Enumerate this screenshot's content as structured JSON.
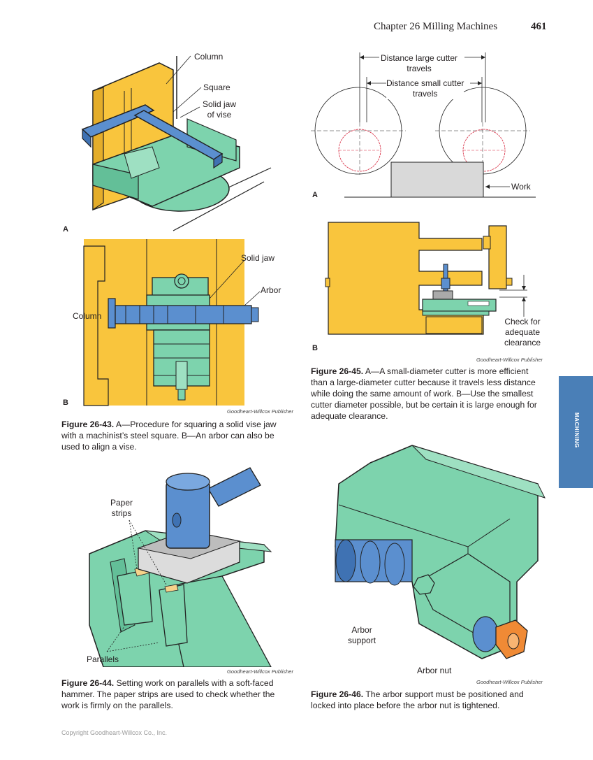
{
  "header": {
    "chapter": "Chapter 26   Milling Machines",
    "page_number": "461"
  },
  "side_tab": {
    "label": "MACHINING",
    "color": "#4a7fb7"
  },
  "fig43": {
    "labels": {
      "column_top": "Column",
      "square": "Square",
      "solid_jaw_vise": "Solid jaw\nof vise",
      "solid_jaw": "Solid jaw",
      "arbor": "Arbor",
      "column_b": "Column"
    },
    "letter_a": "A",
    "letter_b": "B",
    "credit": "Goodheart-Willcox Publisher",
    "caption_bold": "Figure 26-43.",
    "caption_text": " A—Procedure for squaring a solid vise jaw with a machinist’s steel square. B—An arbor can also be used to align a vise."
  },
  "fig44": {
    "labels": {
      "paper_strips": "Paper\nstrips",
      "parallels": "Parallels"
    },
    "credit": "Goodheart-Willcox Publisher",
    "caption_bold": "Figure 26-44.",
    "caption_text": " Setting work on parallels with a soft-faced hammer. The paper strips are used to check whether the work is firmly on the parallels."
  },
  "fig45": {
    "labels": {
      "distance_large": "Distance large cutter\ntravels",
      "distance_small": "Distance small cutter\ntravels",
      "work": "Work",
      "check": "Check for\nadequate\nclearance"
    },
    "letter_a": "A",
    "letter_b": "B",
    "credit": "Goodheart-Willcox Publisher",
    "caption_bold": "Figure 26-45.",
    "caption_text": " A—A small-diameter cutter is more efficient than a large-diameter cutter because it travels less distance while doing the same amount of work. B—Use the smallest cutter diameter possible, but be certain it is large enough for adequate clearance."
  },
  "fig46": {
    "labels": {
      "arbor_support": "Arbor\nsupport",
      "arbor_nut": "Arbor nut"
    },
    "credit": "Goodheart-Willcox Publisher",
    "caption_bold": "Figure 26-46.",
    "caption_text": " The arbor support must be positioned and locked into place before the arbor nut is tightened."
  },
  "footer": {
    "copyright": "Copyright Goodheart-Willcox Co., Inc."
  },
  "colors": {
    "yellow": "#f9c53d",
    "green": "#7dd3ad",
    "blue": "#5b8fcf",
    "gray": "#d9d9d9",
    "orange": "#f08a35",
    "red": "#d7263d"
  }
}
